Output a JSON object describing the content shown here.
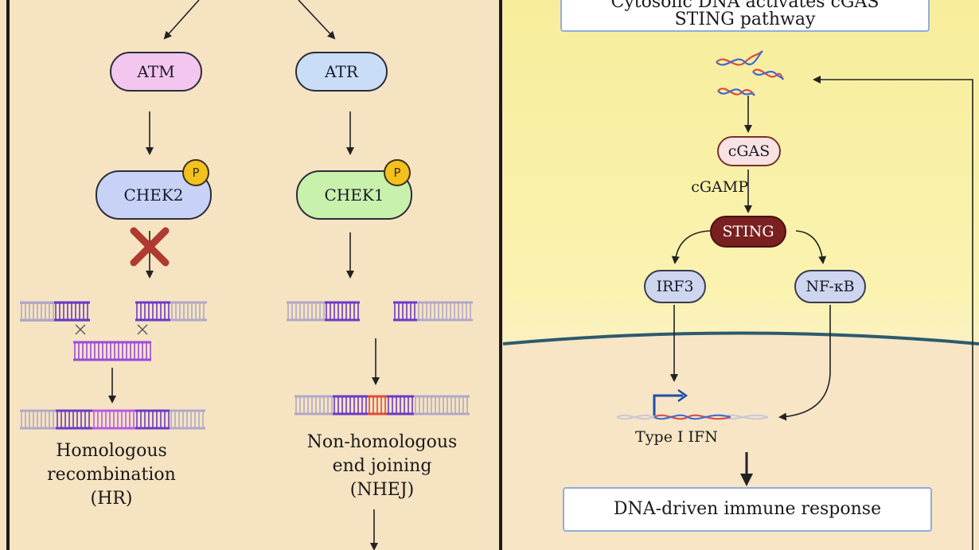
{
  "left": {
    "kinases": [
      {
        "label": "ATM",
        "color": "#f2c6ee"
      },
      {
        "label": "ATR",
        "color": "#c9def6"
      }
    ],
    "checkpoints": [
      {
        "label": "CHEK2",
        "color": "#c7d2f6"
      },
      {
        "label": "CHEK1",
        "color": "#c8f1ac"
      }
    ],
    "phospho_badge": "P",
    "hr_lines": [
      "Homologous",
      "recombination",
      "(HR)"
    ],
    "nhej_lines": [
      "Non-homologous",
      "end joining",
      "(NHEJ)"
    ]
  },
  "right": {
    "header_lines": [
      "Cytosolic DNA activates cGAS",
      "STING pathway"
    ],
    "cgas": "cGAS",
    "cgamp": "cGAMP",
    "sting": "STING",
    "irf3": "IRF3",
    "nfkb": "NF-κB",
    "gene_label": "Type I IFN",
    "response": "DNA-driven immune response"
  },
  "colors": {
    "background": "#f6e4c4",
    "cytoplasm": "#f8ec9a",
    "sting": "#7a2020",
    "membrane": "#2d5a6e",
    "inhibit_cross": "#b03a30",
    "dna_purple": "#6a3ac8",
    "dna_grey": "#b0a8c8",
    "dna_red": "#e04a3a"
  }
}
